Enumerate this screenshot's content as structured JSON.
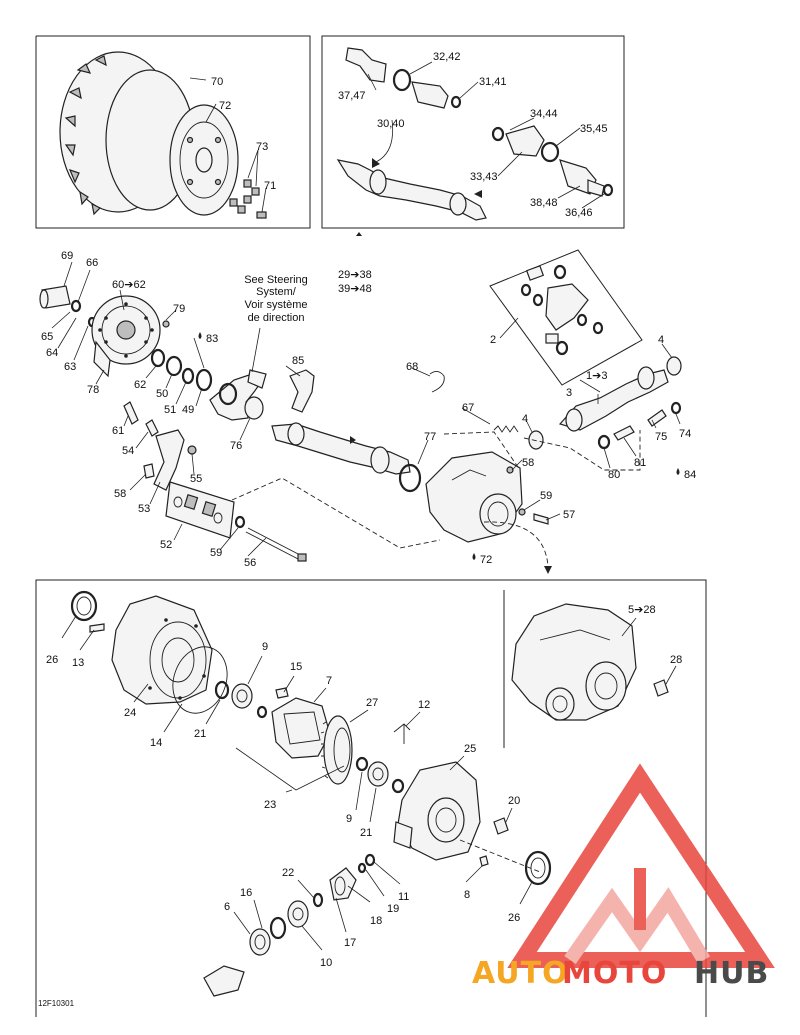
{
  "diagram": {
    "notes": {
      "steering_en": "See Steering",
      "steering_en2": "System/",
      "steering_fr": "Voir système",
      "steering_fr2": "de direction",
      "ref_a": "29➔38",
      "ref_b": "39➔48",
      "drawing_code": "12F10301"
    },
    "callouts": {
      "c70": "70",
      "c72": "72",
      "c73": "73",
      "c71": "71",
      "c32_42": "32,42",
      "c37_47": "37,47",
      "c31_41": "31,41",
      "c30_40": "30,40",
      "c34_44": "34,44",
      "c35_45": "35,45",
      "c33_43": "33,43",
      "c38_48": "38,48",
      "c36_46": "36,46",
      "c69": "69",
      "c66": "66",
      "c60_62": "60➔62",
      "c65": "65",
      "c64": "64",
      "c63": "63",
      "c79": "79",
      "c78": "78",
      "c62": "62",
      "c50": "50",
      "c83": "83",
      "c51": "51",
      "c49": "49",
      "c85": "85",
      "c61": "61",
      "c76": "76",
      "c54": "54",
      "c55": "55",
      "c58a": "58",
      "c53": "53",
      "c52": "52",
      "c59a": "59",
      "c56": "56",
      "c2": "2",
      "c68": "68",
      "c4a": "4",
      "c1_3": "1➔3",
      "c3": "3",
      "c67": "67",
      "c4b": "4",
      "c75": "75",
      "c74": "74",
      "c77": "77",
      "c58b": "58",
      "c80": "80",
      "c81": "81",
      "c84": "84",
      "c59b": "59",
      "c57": "57",
      "c72b": "72",
      "c26a": "26",
      "c13": "13",
      "c9a": "9",
      "c15": "15",
      "c7": "7",
      "c24": "24",
      "c14": "14",
      "c21a": "21",
      "c27": "27",
      "c12": "12",
      "c5_28": "5➔28",
      "c28": "28",
      "c23": "23",
      "c25": "25",
      "c9b": "9",
      "c21b": "21",
      "c20": "20",
      "c22": "22",
      "c16": "16",
      "c6": "6",
      "c18": "18",
      "c19": "19",
      "c11": "11",
      "c8": "8",
      "c17": "17",
      "c10": "10",
      "c26b": "26"
    },
    "watermark": {
      "text_auto": "AUTO",
      "text_moto": "MOTO",
      "text_hub": "HUB",
      "colors": {
        "logo_red": "#e8453c",
        "logo_pink": "#f4a6a0",
        "auto": "#f5a623",
        "moto": "#e8453c",
        "hub": "#4a4a4a"
      }
    }
  }
}
